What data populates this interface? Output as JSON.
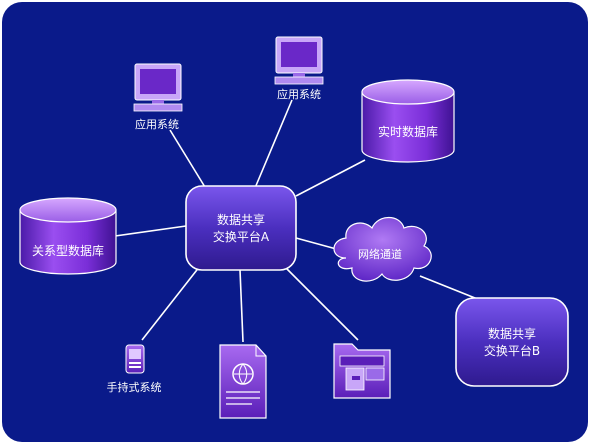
{
  "colors": {
    "background": "#0a1a8a",
    "node_fill_top": "#6a3ee0",
    "node_fill_bottom": "#3a1f98",
    "cylinder_side": "#7a2ed8",
    "cylinder_top": "#b27af0",
    "line": "#ffffff",
    "text": "#ffffff"
  },
  "hub": {
    "label_line1": "数据共享",
    "label_line2": "交换平台A"
  },
  "platform_b": {
    "label_line1": "数据共享",
    "label_line2": "交换平台B"
  },
  "network": {
    "label": "网络通道"
  },
  "databases": {
    "realtime": "实时数据库",
    "relational": "关系型数据库"
  },
  "apps": {
    "app_left": "应用系统",
    "app_top": "应用系统",
    "handheld": "手持式系统"
  },
  "icons": {
    "computer": "computer-icon",
    "handheld": "handheld-device-icon",
    "document": "web-document-icon",
    "folder": "file-folder-icon",
    "database": "database-cylinder-icon",
    "cloud": "cloud-icon"
  }
}
